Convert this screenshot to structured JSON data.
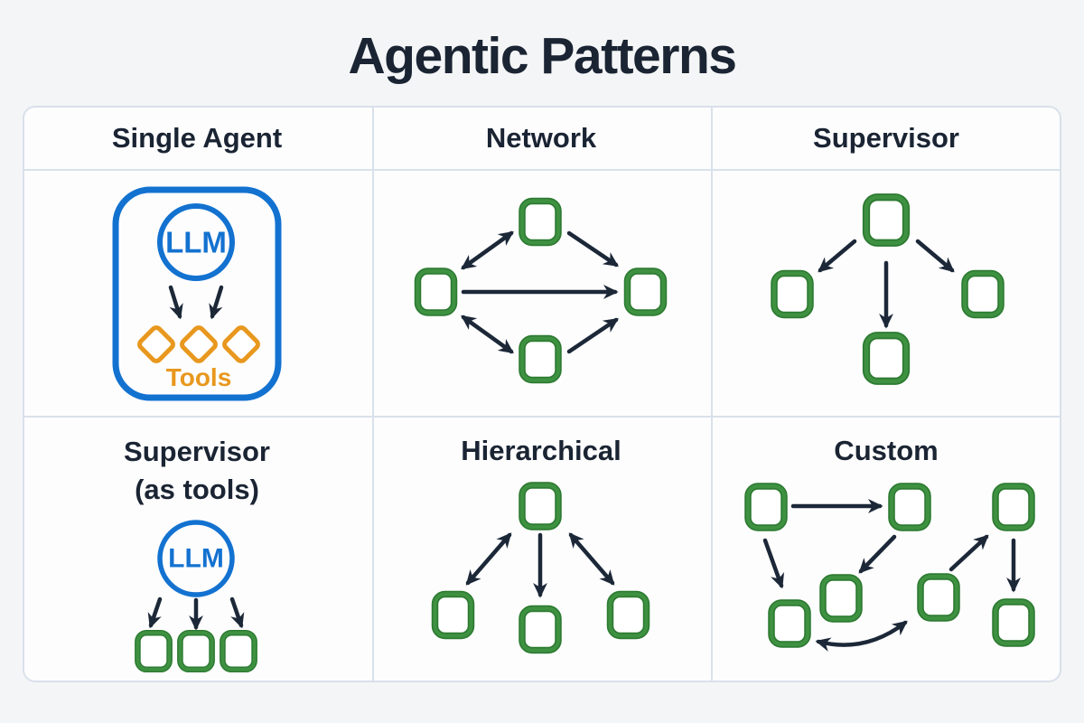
{
  "title": "Agentic Patterns",
  "colors": {
    "page_bg": "#f4f5f6",
    "cell_bg": "#fdfdfe",
    "table_border": "#d9e1ea",
    "title": "#1a2433",
    "arrow": "#1c2838",
    "blue": "#1372d0",
    "green": "#3f9142",
    "green_dark": "#2c7a30",
    "orange": "#e8981e"
  },
  "cells": {
    "single_agent": {
      "label": "Single Agent",
      "llm_label": "LLM",
      "tools_label": "Tools"
    },
    "network": {
      "label": "Network"
    },
    "supervisor": {
      "label": "Supervisor"
    },
    "supervisor_as_tools": {
      "label_line1": "Supervisor",
      "label_line2": "(as tools)",
      "llm_label": "LLM"
    },
    "hierarchical": {
      "label": "Hierarchical"
    },
    "custom": {
      "label": "Custom"
    }
  }
}
